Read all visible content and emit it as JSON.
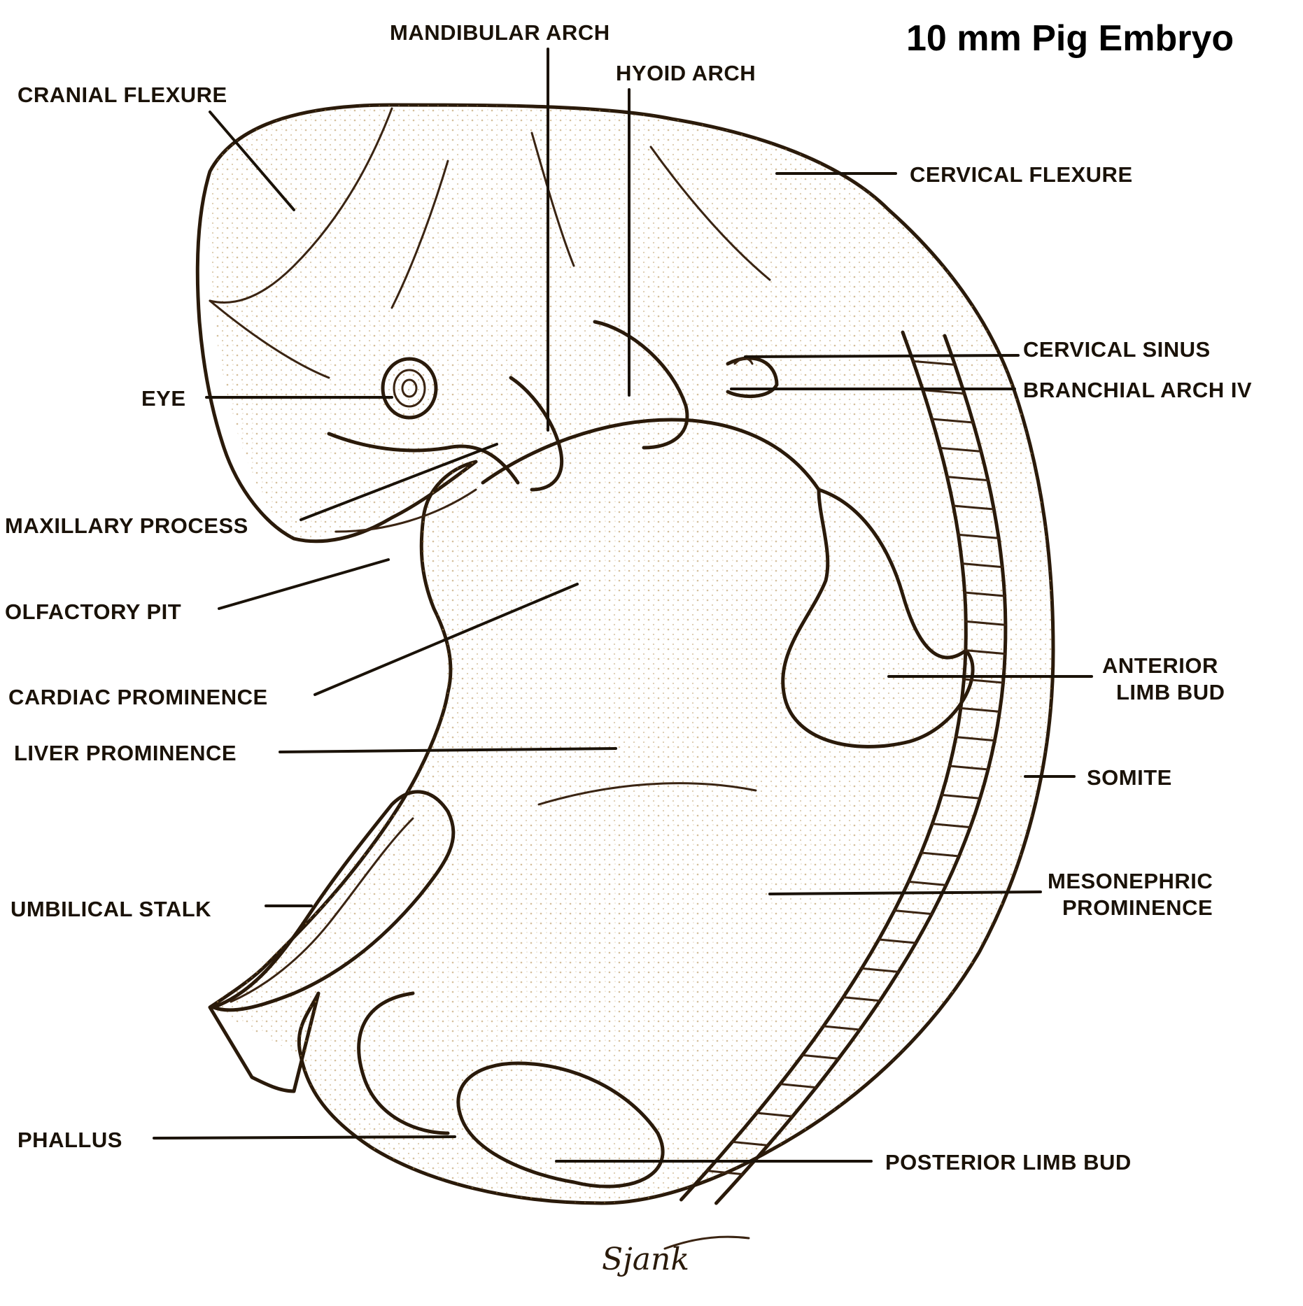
{
  "title": "10 mm Pig Embryo",
  "colors": {
    "body_fill": "#fbefc2",
    "stipple": "#b08a4a",
    "outline": "#2a1a0a",
    "text": "#1a1208"
  },
  "labels": {
    "mandibular_arch": "MANDIBULAR ARCH",
    "hyoid_arch": "HYOID ARCH",
    "cranial_flexure": "CRANIAL FLEXURE",
    "cervical_flexure": "CERVICAL FLEXURE",
    "cervical_sinus": "CERVICAL SINUS",
    "branchial_arch_iv": "BRANCHIAL ARCH IV",
    "eye": "EYE",
    "maxillary_process": "MAXILLARY PROCESS",
    "olfactory_pit": "OLFACTORY PIT",
    "cardiac_prominence": "CARDIAC PROMINENCE",
    "liver_prominence": "LIVER PROMINENCE",
    "anterior_limb_bud_1": "ANTERIOR",
    "anterior_limb_bud_2": "LIMB BUD",
    "somite": "SOMITE",
    "mesonephric_prominence_1": "MESONEPHRIC",
    "mesonephric_prominence_2": "PROMINENCE",
    "umbilical_stalk": "UMBILICAL STALK",
    "phallus": "PHALLUS",
    "posterior_limb_bud": "POSTERIOR LIMB BUD"
  },
  "signature": "Sjank"
}
